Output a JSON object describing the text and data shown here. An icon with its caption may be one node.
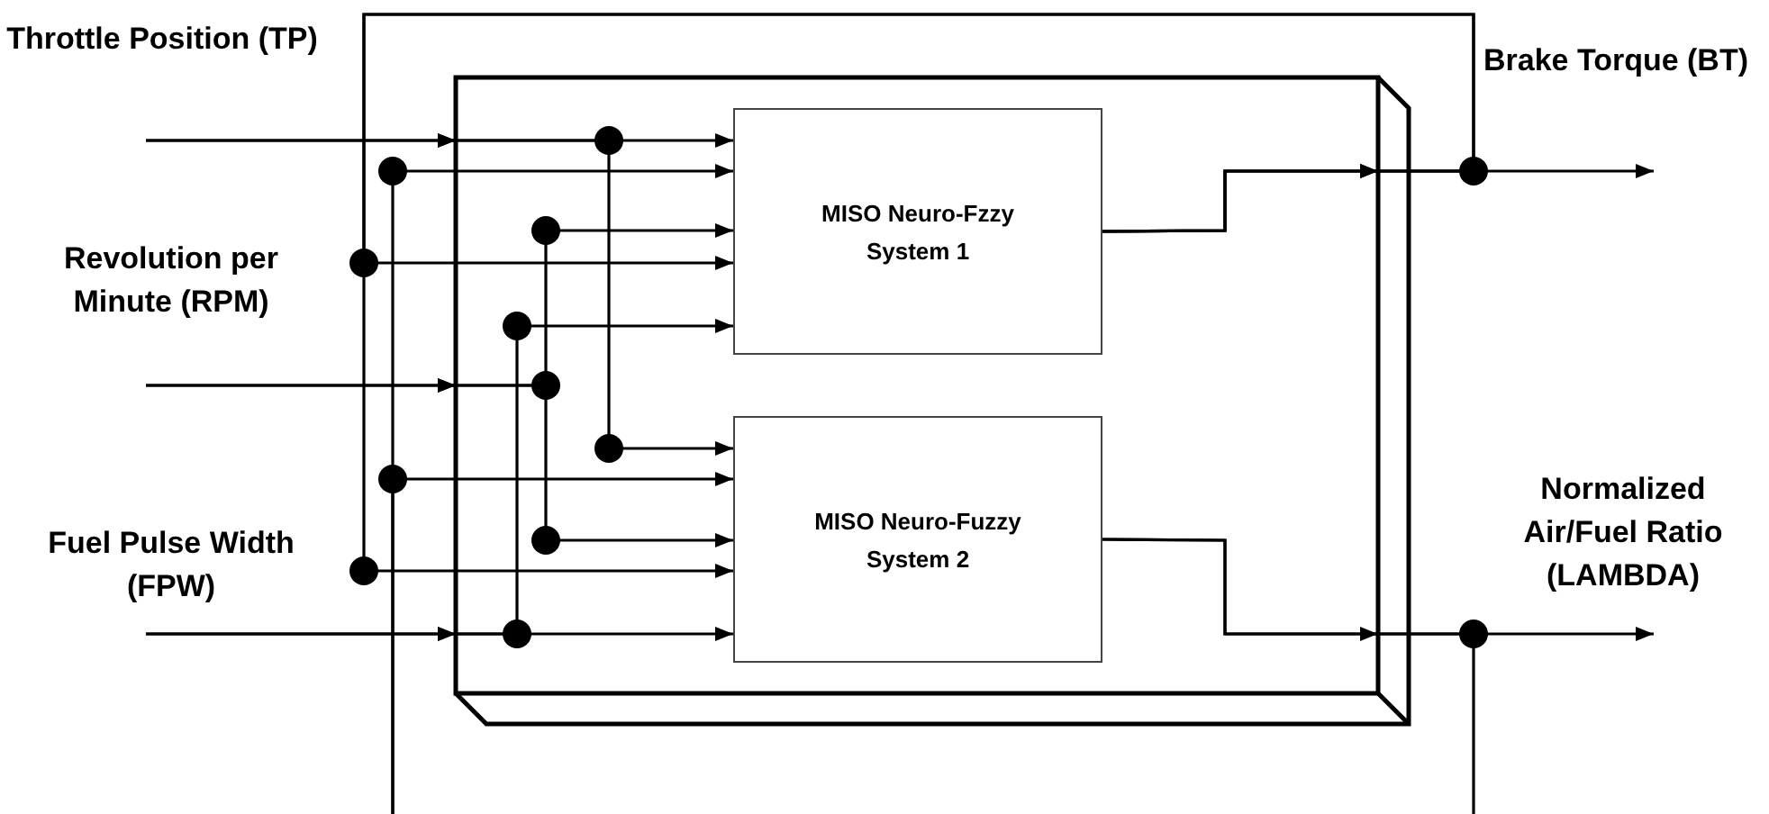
{
  "diagram": {
    "nodes": [
      {
        "text": [],
        "shape": "box"
      },
      {
        "text": [
          "Throttle Position (TP)"
        ]
      },
      {
        "text": [
          "Revolution per Minute (RPM)"
        ]
      },
      {
        "text": [
          "Fuel Pulse Width (FPW)"
        ]
      },
      {
        "text": [
          "MISO Neuro-Fzzy System 1"
        ],
        "in": 0
      },
      {
        "text": [
          "MISO Neuro-Fuzzy System 2"
        ],
        "in": 0
      },
      {
        "text": [
          "Brake Torque (BT)"
        ]
      },
      {
        "text": [
          "Normalized Air/Fuel Ratio (LAMBDA)"
        ]
      }
    ],
    "edges": [
      {
        "from": 1,
        "to": 4,
        "arrow": "to"
      },
      {
        "from": 1,
        "to": 5,
        "arrow": "to"
      },
      {
        "from": 2,
        "to": 4,
        "arrow": "to"
      },
      {
        "from": 2,
        "to": 5,
        "arrow": "to"
      },
      {
        "from": 3,
        "to": 4,
        "arrow": "to"
      },
      {
        "from": 3,
        "to": 5,
        "arrow": "to"
      },
      {
        "from": 4,
        "to": 6,
        "arrow": "to"
      },
      {
        "from": 5,
        "to": 7,
        "arrow": "to"
      },
      {
        "from": 4,
        "to": 4,
        "arrow": "to"
      },
      {
        "from": 4,
        "to": 5,
        "arrow": "to"
      },
      {
        "from": 5,
        "to": null,
        "arrow": "none"
      },
      {
        "from": null,
        "to": 4,
        "arrow": "to"
      },
      {
        "from": null,
        "to": 5,
        "arrow": "to"
      }
    ]
  }
}
